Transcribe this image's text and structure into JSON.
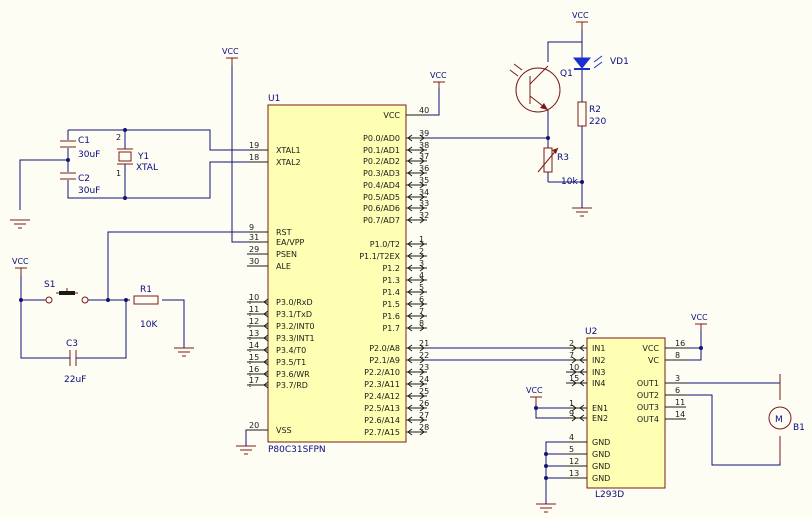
{
  "u1": {
    "ref": "U1",
    "part": "P80C31SFPN",
    "left_pins": [
      {
        "num": "19",
        "name": "XTAL1",
        "clk": false,
        "over": false
      },
      {
        "num": "18",
        "name": "XTAL2",
        "clk": false,
        "over": false
      },
      {
        "num": "9",
        "name": "RST",
        "clk": false,
        "over": false
      },
      {
        "num": "31",
        "name": "EA/VPP",
        "clk": false,
        "over": true
      },
      {
        "num": "29",
        "name": "PSEN",
        "clk": false,
        "over": true
      },
      {
        "num": "30",
        "name": "ALE",
        "clk": false,
        "over": false
      },
      {
        "num": "10",
        "name": "P3.0/RxD",
        "clk": true,
        "over": false
      },
      {
        "num": "11",
        "name": "P3.1/TxD",
        "clk": true,
        "over": false
      },
      {
        "num": "12",
        "name": "P3.2/INT0",
        "clk": true,
        "over": false
      },
      {
        "num": "13",
        "name": "P3.3/INT1",
        "clk": true,
        "over": false
      },
      {
        "num": "14",
        "name": "P3.4/T0",
        "clk": true,
        "over": false
      },
      {
        "num": "15",
        "name": "P3.5/T1",
        "clk": true,
        "over": false
      },
      {
        "num": "16",
        "name": "P3.6/WR",
        "clk": true,
        "over": false
      },
      {
        "num": "17",
        "name": "P3.7/RD",
        "clk": true,
        "over": false
      },
      {
        "num": "20",
        "name": "VSS",
        "clk": false,
        "over": false
      }
    ],
    "right_pins": [
      {
        "num": "40",
        "name": "VCC"
      },
      {
        "num": "39",
        "name": "P0.0/AD0"
      },
      {
        "num": "38",
        "name": "P0.1/AD1"
      },
      {
        "num": "37",
        "name": "P0.2/AD2"
      },
      {
        "num": "36",
        "name": "P0.3/AD3"
      },
      {
        "num": "35",
        "name": "P0.4/AD4"
      },
      {
        "num": "34",
        "name": "P0.5/AD5"
      },
      {
        "num": "33",
        "name": "P0.6/AD6"
      },
      {
        "num": "32",
        "name": "P0.7/AD7"
      },
      {
        "num": "1",
        "name": "P1.0/T2"
      },
      {
        "num": "2",
        "name": "P1.1/T2EX"
      },
      {
        "num": "3",
        "name": "P1.2"
      },
      {
        "num": "4",
        "name": "P1.3"
      },
      {
        "num": "5",
        "name": "P1.4"
      },
      {
        "num": "6",
        "name": "P1.5"
      },
      {
        "num": "7",
        "name": "P1.6"
      },
      {
        "num": "8",
        "name": "P1.7"
      },
      {
        "num": "21",
        "name": "P2.0/A8"
      },
      {
        "num": "22",
        "name": "P2.1/A9"
      },
      {
        "num": "23",
        "name": "P2.2/A10"
      },
      {
        "num": "24",
        "name": "P2.3/A11"
      },
      {
        "num": "25",
        "name": "P2.4/A12"
      },
      {
        "num": "26",
        "name": "P2.5/A13"
      },
      {
        "num": "27",
        "name": "P2.6/A14"
      },
      {
        "num": "28",
        "name": "P2.7/A15"
      }
    ]
  },
  "u2": {
    "ref": "U2",
    "part": "L293D",
    "left_pins": [
      {
        "num": "2",
        "name": "IN1"
      },
      {
        "num": "7",
        "name": "IN2"
      },
      {
        "num": "10",
        "name": "IN3"
      },
      {
        "num": "15",
        "name": "IN4"
      },
      {
        "num": "1",
        "name": "EN1"
      },
      {
        "num": "9",
        "name": "EN2"
      },
      {
        "num": "4",
        "name": "GND"
      },
      {
        "num": "5",
        "name": "GND"
      },
      {
        "num": "12",
        "name": "GND"
      },
      {
        "num": "13",
        "name": "GND"
      }
    ],
    "right_pins": [
      {
        "num": "16",
        "name": "VCC"
      },
      {
        "num": "8",
        "name": "VC"
      },
      {
        "num": "3",
        "name": "OUT1"
      },
      {
        "num": "6",
        "name": "OUT2"
      },
      {
        "num": "11",
        "name": "OUT3"
      },
      {
        "num": "14",
        "name": "OUT4"
      }
    ]
  },
  "components": {
    "c1": {
      "ref": "C1",
      "value": "30uF"
    },
    "c2": {
      "ref": "C2",
      "value": "30uF"
    },
    "y1": {
      "ref": "Y1",
      "value": "XTAL",
      "pin1": "1",
      "pin2": "2"
    },
    "c3": {
      "ref": "C3",
      "value": "22uF"
    },
    "s1": {
      "ref": "S1"
    },
    "r1": {
      "ref": "R1",
      "value": "10K"
    },
    "q1": {
      "ref": "Q1"
    },
    "vd1": {
      "ref": "VD1"
    },
    "r2": {
      "ref": "R2",
      "value": "220"
    },
    "r3": {
      "ref": "R3",
      "value": "10k"
    },
    "b1": {
      "ref": "B1",
      "symbol": "M"
    }
  },
  "power": {
    "vcc_label": "VCC"
  }
}
